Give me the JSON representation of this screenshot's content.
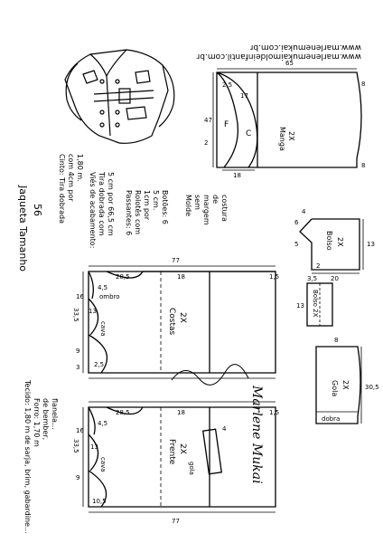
{
  "header": {
    "website1": "www.marlenemukai.com.br",
    "website2": "www.marlenemukaimoldeinfantil.com.br"
  },
  "title": {
    "line1": "Jaqueta Tamanho",
    "line2": "56"
  },
  "notes": {
    "cinto1": "Cinto: Tira dobrada",
    "cinto2": "com 4cm por",
    "cinto3": "1,80 m.",
    "vies1": "Viés de acabamento:",
    "vies2": "Tira dobrada com",
    "vies3": "5 cm por 66,5 cm",
    "pass1": "Passantes: 6",
    "pass2": "Rolotês com",
    "pass3": "1cm por",
    "pass4": "5 cm.",
    "botoes": "Botões: 6",
    "molde1": "Molde",
    "molde2": "sem",
    "molde3": "margem",
    "molde4": "de",
    "molde5": "costura"
  },
  "tecido": {
    "l1": "Tecido: 1,80 m de sarja, brim, gabardine...",
    "l2": "Forro: 1,70 m",
    "l3": "de bember,",
    "l4": "flanela..."
  },
  "manga": {
    "name": "Manga",
    "qty": "2X",
    "F": "F",
    "C": "C",
    "m65": "65",
    "m25": "2,5",
    "m17": "17",
    "m47": "47",
    "m2": "2",
    "m18": "18",
    "m8a": "8",
    "m8b": "8"
  },
  "bolso": {
    "name": "Bolso",
    "qty": "2X",
    "b13": "13",
    "b20": "20",
    "b6": "6",
    "b5": "5",
    "b4": "4",
    "b2": "2"
  },
  "bolsoTira": {
    "name": "Bolso 2X",
    "b13": "13",
    "b35": "3,5"
  },
  "gola": {
    "name": "Gola",
    "qty": "2X",
    "dobra": "dobra",
    "g305": "30,5",
    "g8": "8"
  },
  "costas": {
    "name": "Costas",
    "qty": "2X",
    "m77": "77",
    "m285": "28,5",
    "m18": "18",
    "m15": "1,5",
    "m335": "33,5",
    "m16": "16",
    "m45": "4,5",
    "m9": "9",
    "m3": "3",
    "m25": "2,5",
    "m13": "13",
    "cava": "cava",
    "ombro": "ombro"
  },
  "frente": {
    "name": "Frente",
    "qty": "2X",
    "m285": "28,5",
    "m18": "18",
    "m15": "1,5",
    "m335": "33,5",
    "m16": "16",
    "m45": "4,5",
    "m9": "9",
    "m105": "10,5",
    "m77": "77",
    "m13": "13",
    "m4": "4",
    "cava": "cava",
    "gola": "gola"
  },
  "signature": "Marlene Mukai"
}
